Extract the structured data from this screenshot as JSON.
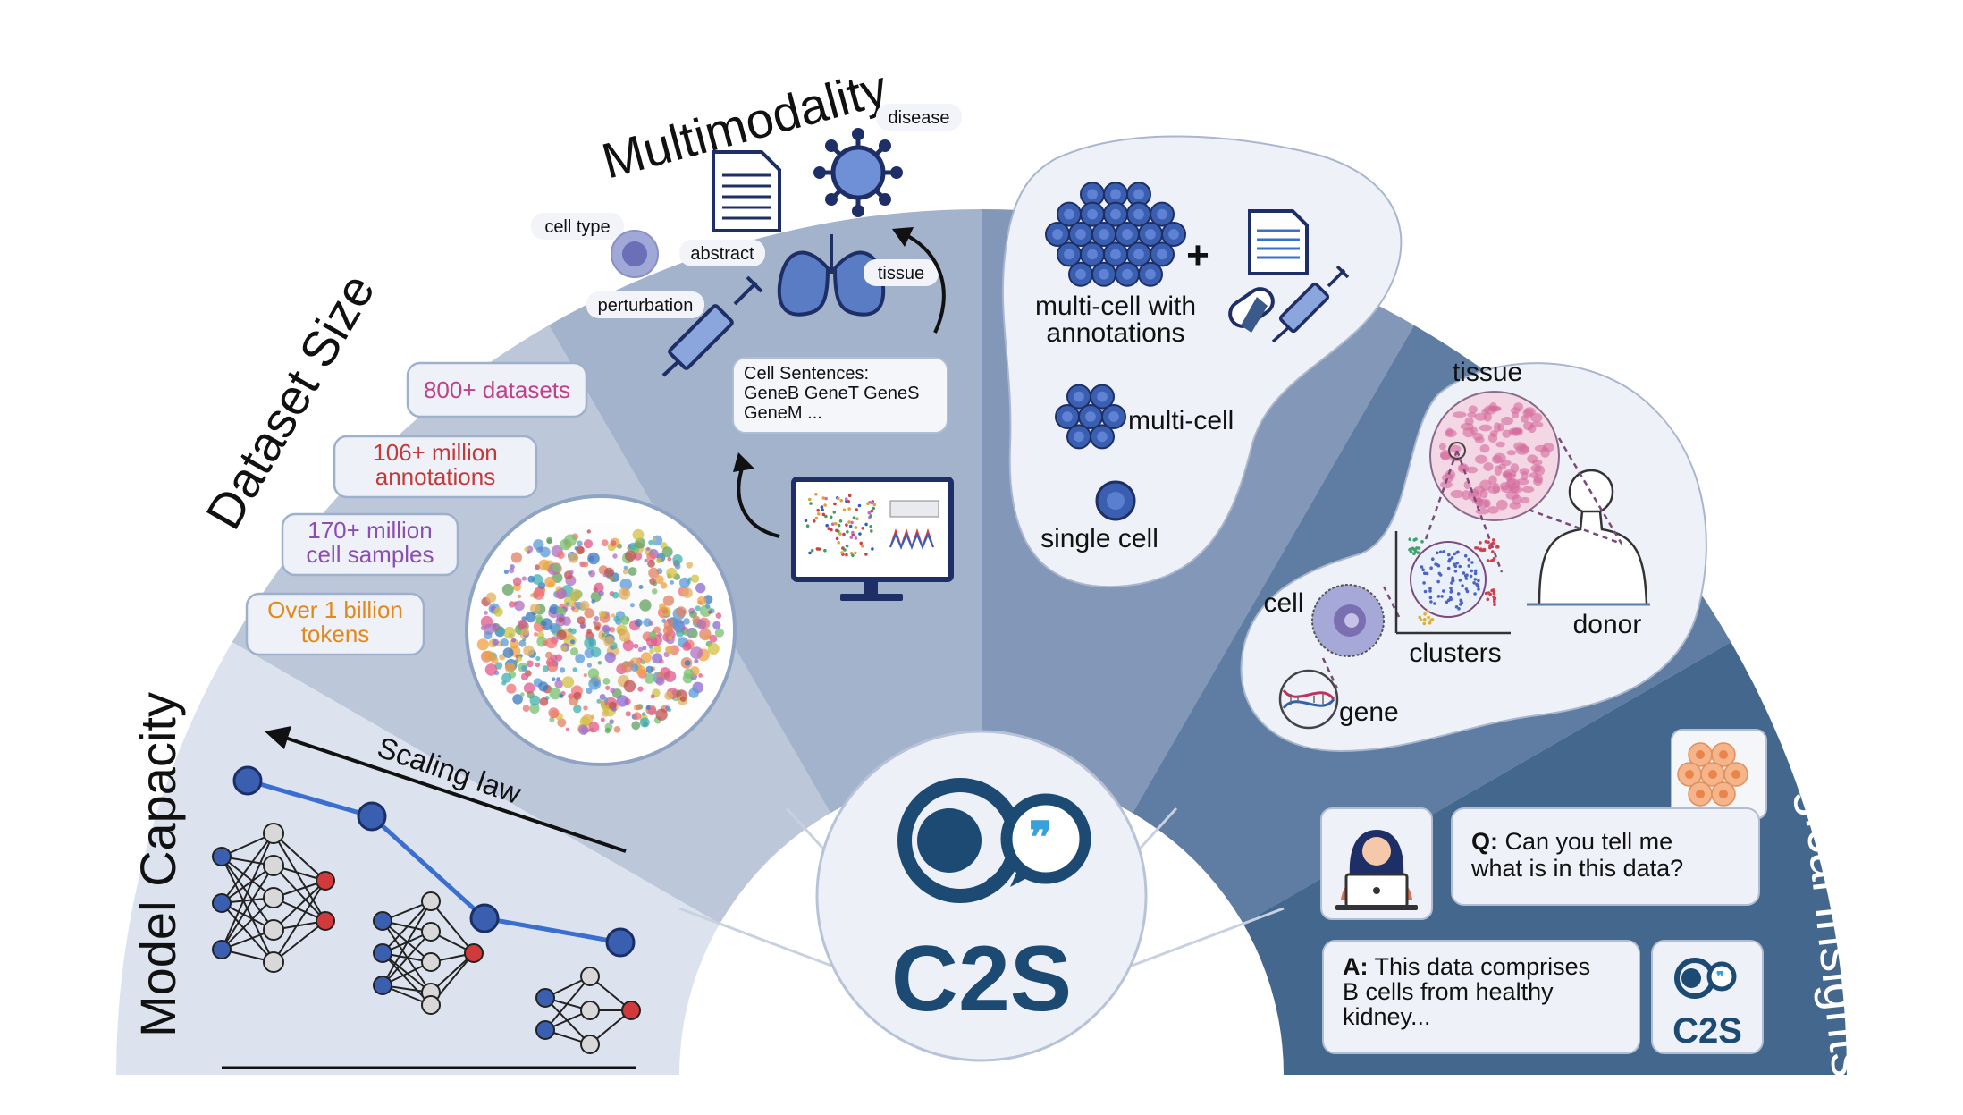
{
  "sections": {
    "model_capacity": {
      "title": "Model Capacity",
      "scaling": "Scaling law"
    },
    "dataset_size": {
      "title": "Dataset Size",
      "stats": [
        {
          "text": [
            "800+ datasets"
          ],
          "color": "#c0408a"
        },
        {
          "text": [
            "106+ million",
            "annotations"
          ],
          "color": "#c23a3a"
        },
        {
          "text": [
            "170+ million",
            "cell samples"
          ],
          "color": "#8a4fb0"
        },
        {
          "text": [
            "Over 1 billion",
            "tokens"
          ],
          "color": "#e08a1e"
        }
      ]
    },
    "multimodality": {
      "title": "Multimodality",
      "tags": {
        "disease": "disease",
        "cell_type": "cell type",
        "abstract": "abstract",
        "tissue": "tissue",
        "perturbation": "perturbation"
      },
      "sentence": [
        "Cell Sentences:",
        "GeneB GeneT GeneS",
        "GeneM ..."
      ]
    },
    "context_diversity": {
      "title": "Context Diversity",
      "multi_annot": [
        "multi-cell with",
        "annotations"
      ],
      "plus": "+",
      "multi_cell": "multi-cell",
      "single_cell": "single cell"
    },
    "biological_scales": {
      "title": "Biological Scales",
      "tissue": "tissue",
      "cell": "cell",
      "clusters": "clusters",
      "donor": "donor",
      "gene": "gene"
    },
    "biological_insights": {
      "title": "Biological Insights",
      "q_prefix": "Q:",
      "q_line1": " Can you tell me",
      "q_line2": "what is in this data?",
      "a_prefix": "A:",
      "a_line1": " This data comprises",
      "a_line2": "B cells from healthy",
      "a_line3": "kidney..."
    }
  },
  "center": {
    "logo": "C2S",
    "mini_logo": "C2S"
  },
  "colors": {
    "model_bg": "#dde3ee",
    "dataset_bg": "#bcc7da",
    "multi_bg": "#a3b3cc",
    "context_bg": "#8397b8",
    "scales_bg": "#5f7ca2",
    "insights_bg": "#44678d",
    "brand": "#1d4a73",
    "node_blue": "#3b5fb0",
    "node_red": "#d03a3a",
    "node_gray": "#d8d8d8"
  }
}
